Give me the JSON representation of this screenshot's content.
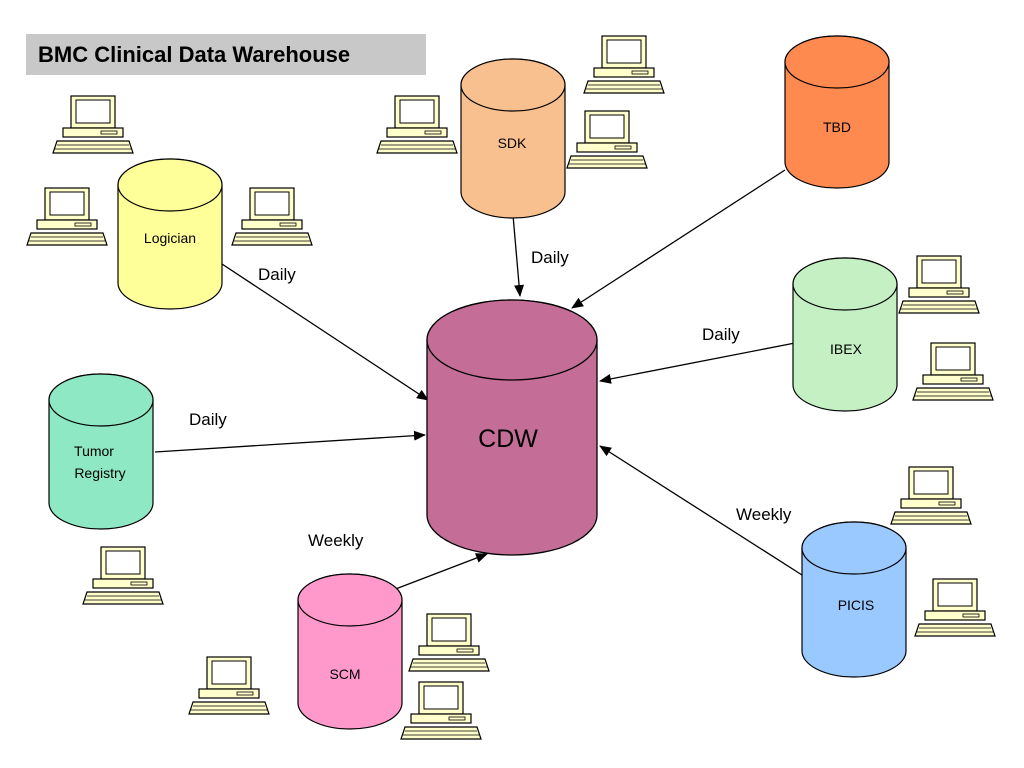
{
  "title": "BMC Clinical Data Warehouse",
  "nodes": {
    "cdw": {
      "label": "CDW",
      "color": "#c46e97"
    },
    "logician": {
      "label": "Logician",
      "color": "#ffff99"
    },
    "sdk": {
      "label": "SDK",
      "color": "#f9c08f"
    },
    "tbd": {
      "label": "TBD",
      "color": "#ff8a50"
    },
    "ibex": {
      "label": "IBEX",
      "color": "#c4f0c4"
    },
    "tumor": {
      "label_line1": "Tumor",
      "label_line2": "Registry",
      "color": "#8ee8c4"
    },
    "scm": {
      "label": "SCM",
      "color": "#ff99cc"
    },
    "picis": {
      "label": "PICIS",
      "color": "#99c9ff"
    }
  },
  "edges": {
    "logician": "Daily",
    "sdk": "Daily",
    "ibex": "Daily",
    "tumor": "Daily",
    "scm": "Weekly",
    "picis": "Weekly"
  },
  "colors": {
    "computer_fill": "#ffffcc",
    "computer_screen": "#ffffff",
    "stroke": "#000000"
  },
  "icons": [
    "computer-icon"
  ]
}
